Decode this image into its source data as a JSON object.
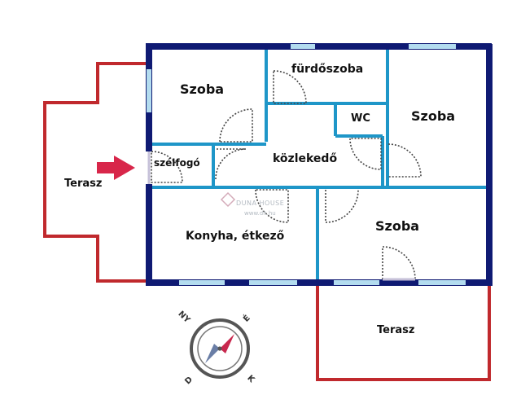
{
  "plan": {
    "rooms": {
      "bedroom_top_left": "Szoba",
      "bathroom": "fürdőszoba",
      "bedroom_top_right": "Szoba",
      "wc": "WC",
      "vestibule": "szélfogó",
      "hallway": "közlekedő",
      "kitchen_dining": "Konyha, étkező",
      "bedroom_bottom_right": "Szoba",
      "terrace_left": "Terasz",
      "terrace_bottom": "Terasz"
    },
    "compass": {
      "nw": "NY",
      "ne": "É",
      "sw": "D",
      "se": "K"
    },
    "watermark": {
      "brand": "DUNA HOUSE",
      "url": "www.dh.hu"
    }
  },
  "colors": {
    "outer_wall": "#0f1a73",
    "inner_wall": "#1e96c8",
    "terrace_line": "#c0292d",
    "window": "#b3dcef",
    "entrance_arrow": "#d8264a",
    "door_swing": "#444444"
  }
}
